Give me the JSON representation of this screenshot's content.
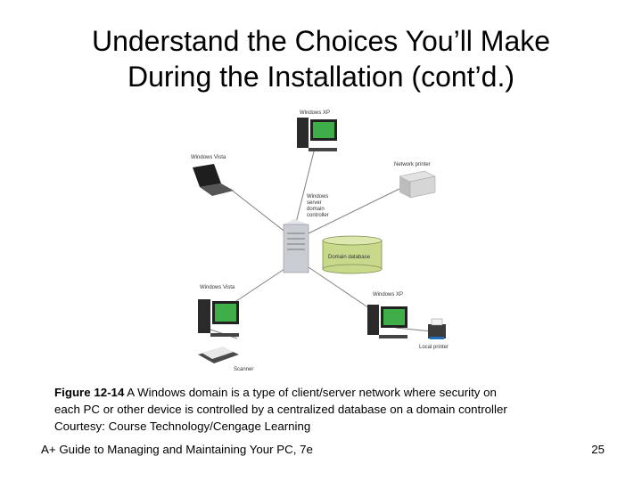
{
  "slide": {
    "title_line1": "Understand the Choices You’ll Make",
    "title_line2": "During the Installation (cont’d.)",
    "footer_left": "A+ Guide to Managing and Maintaining Your PC, 7e",
    "page_number": "25"
  },
  "diagram": {
    "labels": {
      "xp_top": "Windows XP",
      "vista_left": "Windows Vista",
      "network_printer": "Network printer",
      "server_line1": "Windows",
      "server_line2": "server",
      "server_line3": "domain",
      "server_line4": "controller",
      "domain_database": "Domain database",
      "vista_bottom": "Windows Vista",
      "xp_bottom": "Windows XP",
      "scanner": "Scanner",
      "local_printer": "Local printer"
    },
    "colors": {
      "line": "#808080",
      "monitor_screen": "#3fae49",
      "tower": "#2a2a2a",
      "database_fill": "#c8d98c",
      "server_body": "#c9ccd3"
    }
  },
  "caption": {
    "figure_label": "Figure 12-14",
    "line1_rest": " A Windows domain is a type of client/server network where security on",
    "line2": "each PC or other device is controlled by a centralized database on a domain controller",
    "line3": "Courtesy: Course Technology/Cengage Learning"
  }
}
